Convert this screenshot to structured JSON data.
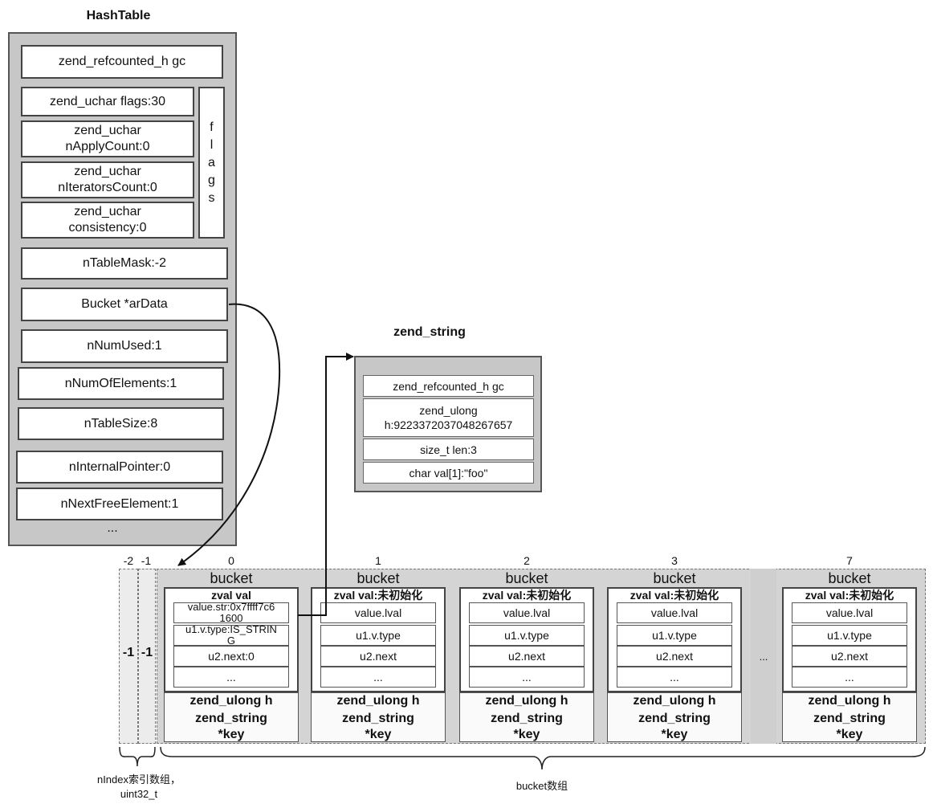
{
  "hashtable": {
    "title": "HashTable",
    "fields": {
      "gc": "zend_refcounted_h gc",
      "flags": "zend_uchar flags:30",
      "napply": "zend_uchar\nnApplyCount:0",
      "niter": "zend_uchar\nnIteratorsCount:0",
      "consistency": "zend_uchar\nconsistency:0",
      "flags_group": "flags",
      "mask": "nTableMask:-2",
      "ardata": "Bucket *arData",
      "numused": "nNumUsed:1",
      "numelem": "nNumOfElements:1",
      "size": "nTableSize:8",
      "internal": "nInternalPointer:0",
      "nextfree": "nNextFreeElement:1",
      "more": "..."
    }
  },
  "zend_string": {
    "title": "zend_string",
    "gc": "zend_refcounted_h gc",
    "h": "zend_ulong\nh:9223372037048267657",
    "len": "size_t len:3",
    "val": "char val[1]:\"foo\""
  },
  "index_array": {
    "labels": [
      "-2",
      "-1"
    ],
    "values": [
      "-1",
      "-1"
    ],
    "caption": "nIndex索引数组，\nuint32_t"
  },
  "bucket_array": {
    "caption": "bucket数组",
    "ellipsis": "...",
    "buckets": [
      {
        "index": "0",
        "title": "bucket",
        "zval": "zval val",
        "rows": [
          "value.str:0x7ffff7c6\n1600",
          "u1.v.type:IS_STRIN\nG",
          "u2.next:0",
          "..."
        ],
        "h": "zend_ulong h",
        "key1": "zend_string",
        "key2": "*key"
      },
      {
        "index": "1",
        "title": "bucket",
        "zval": "zval val:未初始化",
        "rows": [
          "value.lval",
          "u1.v.type",
          "u2.next",
          "..."
        ],
        "h": "zend_ulong h",
        "key1": "zend_string",
        "key2": "*key"
      },
      {
        "index": "2",
        "title": "bucket",
        "zval": "zval val:未初始化",
        "rows": [
          "value.lval",
          "u1.v.type",
          "u2.next",
          "..."
        ],
        "h": "zend_ulong h",
        "key1": "zend_string",
        "key2": "*key"
      },
      {
        "index": "3",
        "title": "bucket",
        "zval": "zval val:未初始化",
        "rows": [
          "value.lval",
          "u1.v.type",
          "u2.next",
          "..."
        ],
        "h": "zend_ulong h",
        "key1": "zend_string",
        "key2": "*key"
      },
      {
        "index": "7",
        "title": "bucket",
        "zval": "zval val:未初始化",
        "rows": [
          "value.lval",
          "u1.v.type",
          "u2.next",
          "..."
        ],
        "h": "zend_ulong h",
        "key1": "zend_string",
        "key2": "*key"
      }
    ]
  }
}
